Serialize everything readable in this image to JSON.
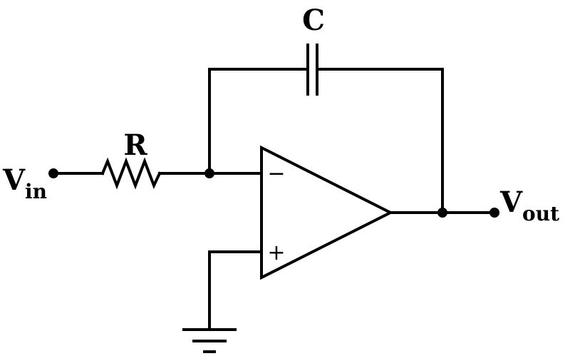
{
  "components": {
    "capacitor": {
      "label": "C"
    },
    "resistor": {
      "label": "R"
    },
    "input": {
      "symbol": "V",
      "subscript": "in"
    },
    "output": {
      "symbol": "V",
      "subscript": "out"
    },
    "op_amp": {
      "inverting_sign": "−",
      "noninverting_sign": "+"
    }
  },
  "colors": {
    "stroke": "#000000",
    "background": "#ffffff"
  }
}
